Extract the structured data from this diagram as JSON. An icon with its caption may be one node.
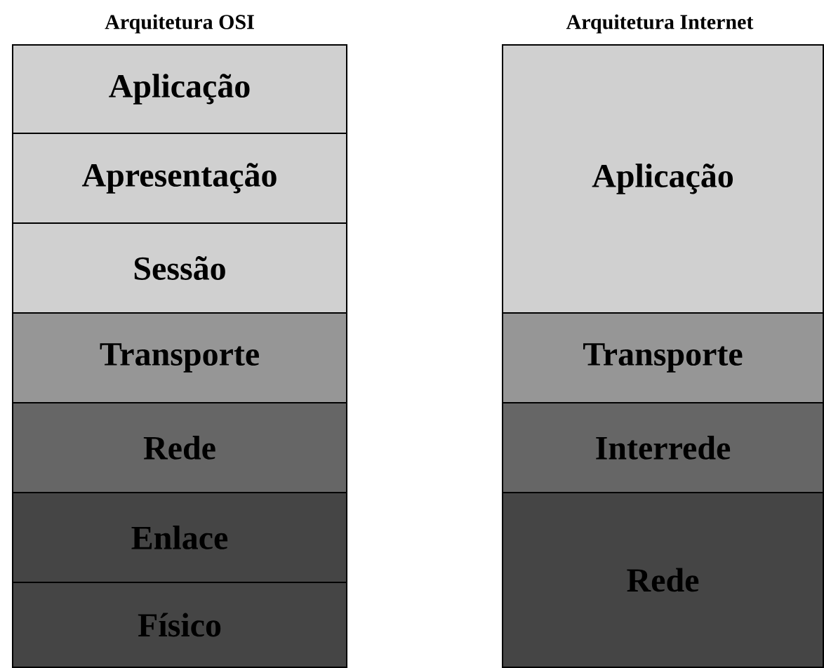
{
  "diagram": {
    "nodes": [
      {
        "text": [
          "Aplicação"
        ]
      },
      {
        "text": [
          "Apresentação"
        ]
      },
      {
        "text": [
          "Sessão"
        ]
      },
      {
        "text": [
          "Transporte"
        ]
      },
      {
        "text": [
          "Rede"
        ]
      },
      {
        "text": [
          "Enlace"
        ]
      },
      {
        "text": [
          "Físico"
        ]
      },
      {
        "text": [
          "Aplicação"
        ]
      },
      {
        "text": [
          "Transporte"
        ]
      },
      {
        "text": [
          "Interrede"
        ]
      },
      {
        "text": [
          "Rede"
        ]
      }
    ],
    "labels": [
      "Arquitetura OSI",
      "Arquitetura Internet"
    ]
  }
}
